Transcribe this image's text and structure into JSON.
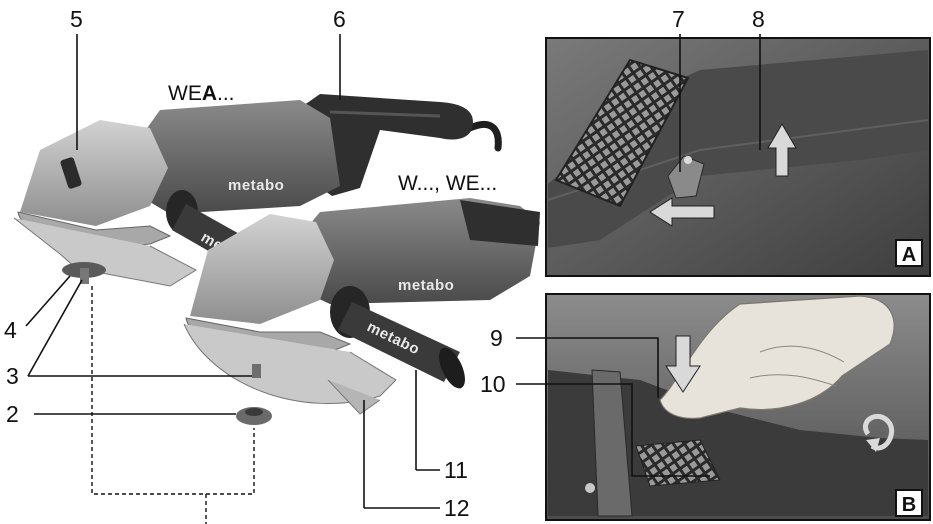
{
  "callouts": {
    "n2": "2",
    "n3": "3",
    "n4": "4",
    "n5": "5",
    "n6": "6",
    "n7": "7",
    "n8": "8",
    "n9": "9",
    "n10": "10",
    "n11": "11",
    "n12": "12"
  },
  "models": {
    "wea_prefix": "WE",
    "wea_bold": "A",
    "wea_suffix": "...",
    "w_we": "W..., WE..."
  },
  "brand": {
    "logo": "metabo"
  },
  "panels": {
    "a": "A",
    "b": "B"
  },
  "colors": {
    "body_dark": "#3a3a3a",
    "body_mid": "#6f6f6f",
    "guard_light": "#bdbdbd",
    "metal": "#9a9a9a",
    "arrow_fill": "#d9d9d9"
  }
}
